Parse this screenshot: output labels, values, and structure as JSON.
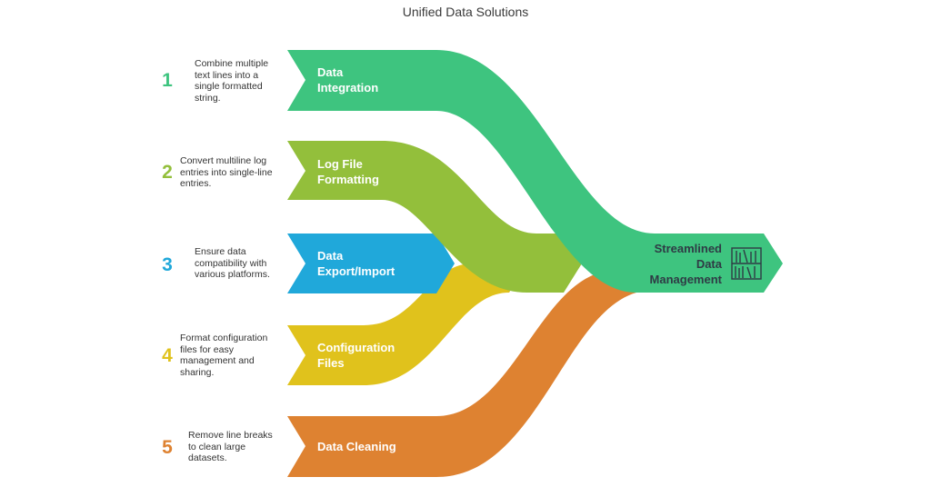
{
  "title": "Unified Data Solutions",
  "steps": [
    {
      "number": "1",
      "label": "Data Integration",
      "description": "Combine multiple text lines into a single formatted string.",
      "color": "#3ec47f"
    },
    {
      "number": "2",
      "label": "Log File Formatting",
      "description": "Convert multiline log entries into single-line entries.",
      "color": "#93bf3b"
    },
    {
      "number": "3",
      "label": "Data Export/Import",
      "description": "Ensure data compatibility with various platforms.",
      "color": "#20a8da"
    },
    {
      "number": "4",
      "label": "Configuration Files",
      "description": "Format configuration files for easy management and sharing.",
      "color": "#e0c21c"
    },
    {
      "number": "5",
      "label": "Data Cleaning",
      "description": "Remove line breaks to clean large datasets.",
      "color": "#de8231"
    }
  ],
  "output": {
    "label": "Streamlined Data Management",
    "icon": "bookshelf-icon",
    "color": "#3ec47f"
  }
}
